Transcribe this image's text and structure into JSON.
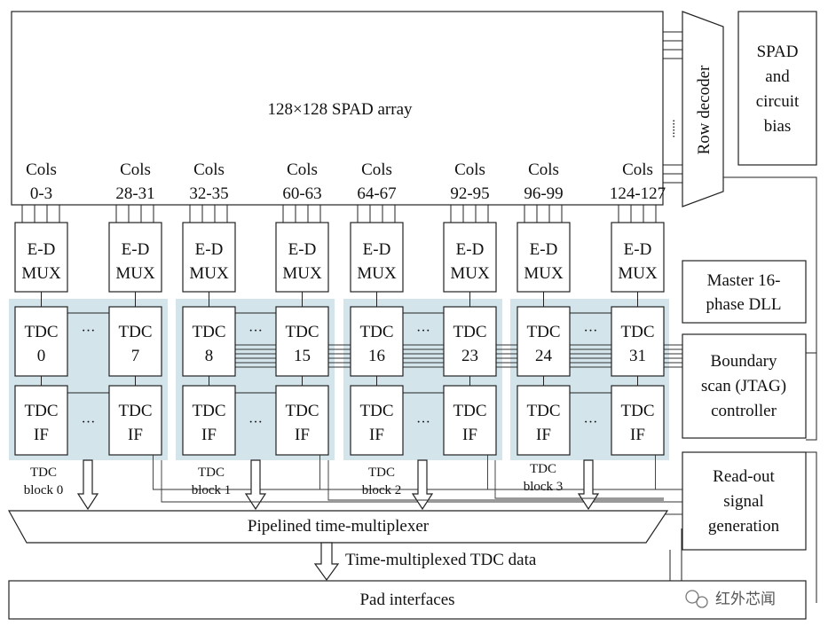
{
  "array_label": "128×128 SPAD array",
  "row_decoder_label": "Row decoder",
  "row_dots": "......",
  "bias_label": [
    "SPAD",
    "and",
    "circuit",
    "bias"
  ],
  "col_prefix": "Cols",
  "columns": [
    "0-3",
    "28-31",
    "32-35",
    "60-63",
    "64-67",
    "92-95",
    "96-99",
    "124-127"
  ],
  "mux": [
    "E-D",
    "MUX"
  ],
  "tdc_label": "TDC",
  "tdc_numbers": [
    "0",
    "7",
    "8",
    "15",
    "16",
    "23",
    "24",
    "31"
  ],
  "if_label": "IF",
  "ellipsis": "···",
  "block_label": "TDC",
  "blocks": [
    "block 0",
    "block 1",
    "block 2",
    "block 3"
  ],
  "dll_label": [
    "Master 16-",
    "phase DLL"
  ],
  "jtag_label": [
    "Boundary",
    "scan (JTAG)",
    "controller"
  ],
  "readout_label": [
    "Read-out",
    "signal",
    "generation"
  ],
  "multiplexer_label": "Pipelined time-multiplexer",
  "data_label": "Time-multiplexed TDC data",
  "pads_label": "Pad interfaces",
  "watermark": "红外芯闻",
  "colors": {
    "block_fill": "#d3e4ea",
    "line": "#222222",
    "background": "#ffffff"
  }
}
